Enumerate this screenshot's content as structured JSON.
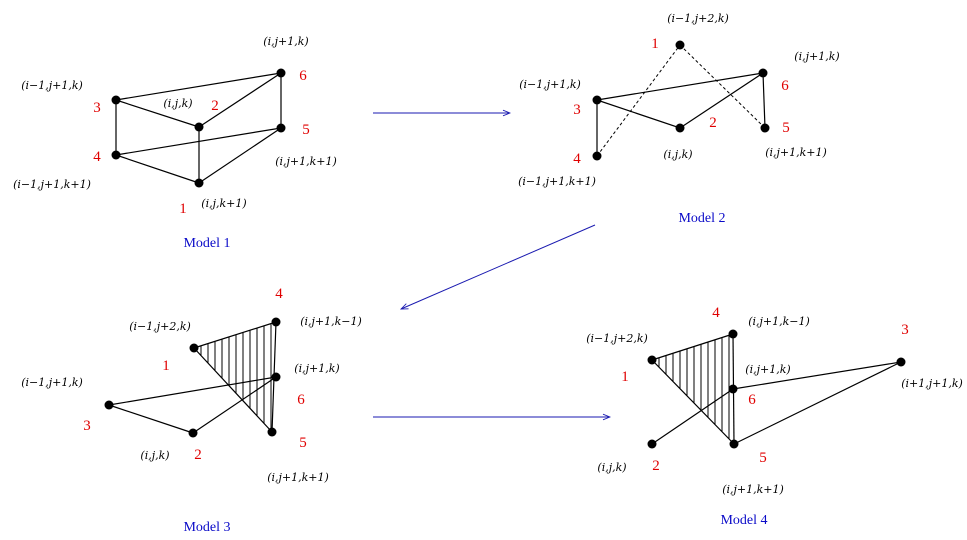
{
  "colors": {
    "numbers": "#e00000",
    "titles": "#0a0ac8",
    "arrows": "#1a1ab0",
    "lines": "#000000"
  },
  "m1": {
    "title": "Model 1",
    "c_i_j1_k": "(i,j+1,k)",
    "c_im1_j1_k": "(i−1,j+1,k)",
    "c_i_j_k": "(i,j,k)",
    "c_i_j1_k1": "(i,j+1,k+1)",
    "c_im1_j1_k1": "(i−1,j+1,k+1)",
    "c_i_j_k1": "(i,j,k+1)",
    "n6": "6",
    "n3": "3",
    "n2": "2",
    "n5": "5",
    "n4": "4",
    "n1": "1"
  },
  "m2": {
    "title": "Model 2",
    "c_im1_j2_k": "(i−1,j+2,k)",
    "c_i_j1_k": "(i,j+1,k)",
    "c_im1_j1_k": "(i−1,j+1,k)",
    "c_i_j_k": "(i,j,k)",
    "c_i_j1_k1": "(i,j+1,k+1)",
    "c_im1_j1_k1": "(i−1,j+1,k+1)",
    "n1": "1",
    "n6": "6",
    "n3": "3",
    "n2": "2",
    "n5": "5",
    "n4": "4"
  },
  "m3": {
    "title": "Model 3",
    "c_im1_j2_k": "(i−1,j+2,k)",
    "c_i_j1_km1": "(i,j+1,k−1)",
    "c_i_j1_k": "(i,j+1,k)",
    "c_im1_j1_k": "(i−1,j+1,k)",
    "c_i_j_k": "(i,j,k)",
    "c_i_j1_k1": "(i,j+1,k+1)",
    "n4": "4",
    "n1": "1",
    "n6": "6",
    "n3": "3",
    "n2": "2",
    "n5": "5"
  },
  "m4": {
    "title": "Model 4",
    "c_im1_j2_k": "(i−1,j+2,k)",
    "c_i_j1_km1": "(i,j+1,k−1)",
    "c_i_j1_k": "(i,j+1,k)",
    "c_ip1_j1_k": "(i+1,j+1,k)",
    "c_i_j_k": "(i,j,k)",
    "c_i_j1_k1": "(i,j+1,k+1)",
    "n4": "4",
    "n3": "3",
    "n1": "1",
    "n6": "6",
    "n2": "2",
    "n5": "5"
  }
}
